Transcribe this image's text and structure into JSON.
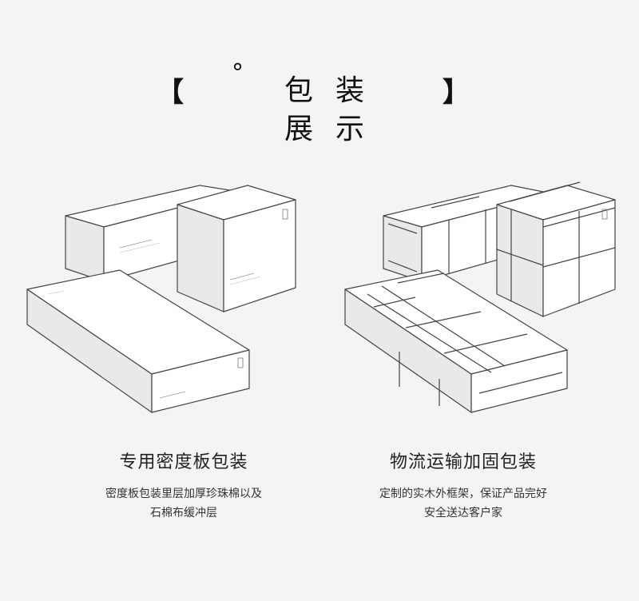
{
  "header": {
    "bracket_left": "【",
    "bracket_right": "】",
    "degree": "°",
    "title_line1": "包装",
    "title_line2": "展示"
  },
  "left_panel": {
    "heading": "专用密度板包装",
    "description_line1": "密度板包装里层加厚珍珠棉以及",
    "description_line2": "石棉布缓冲层"
  },
  "right_panel": {
    "heading": "物流运输加固包装",
    "description_line1": "定制的实木外框架，保证产品完好",
    "description_line2": "安全送达客户家"
  },
  "colors": {
    "background": "#f4f4f4",
    "line": "#444444",
    "box_face": "#ffffff",
    "box_side": "#e9e9e9"
  }
}
